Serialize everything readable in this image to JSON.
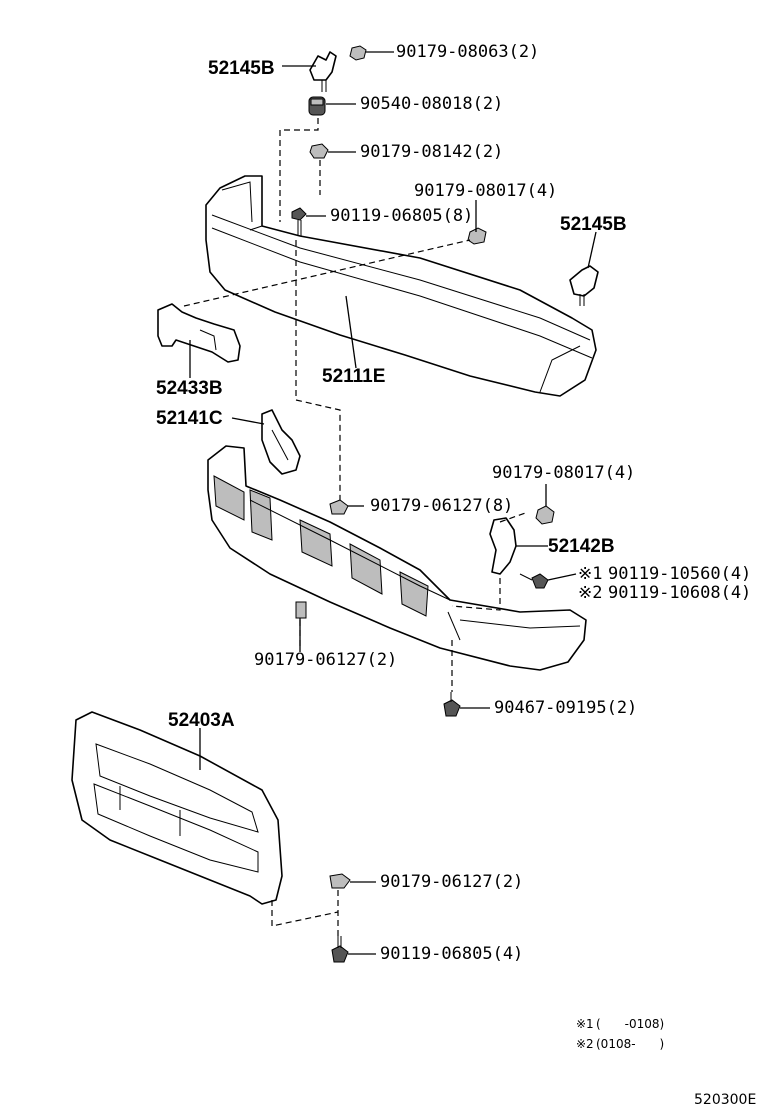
{
  "main_parts": {
    "retainer_top_left": "52145B",
    "retainer_right": "52145B",
    "bumper_cover": "52111E",
    "bracket_left": "52433B",
    "support_left": "52141C",
    "support_right": "52142B",
    "grille_guard": "52403A"
  },
  "fasteners": {
    "f1": "90179-08063(2)",
    "f2": "90540-08018(2)",
    "f3": "90179-08142(2)",
    "f4": "90179-08017(4)",
    "f5": "90119-06805(8)",
    "f6": "90179-08017(4)",
    "f7": "90179-06127(8)",
    "f8_mark": "※1",
    "f8": "90119-10560(4)",
    "f9_mark": "※2",
    "f9": "90119-10608(4)",
    "f10": "90179-06127(2)",
    "f11": "90467-09195(2)",
    "f12": "90179-06127(2)",
    "f13": "90119-06805(4)"
  },
  "notes": {
    "n1_mark": "※1",
    "n1_text": "(　　-0108)",
    "n2_mark": "※2",
    "n2_text": "(0108-　　)"
  },
  "diagram_code": "520300E"
}
